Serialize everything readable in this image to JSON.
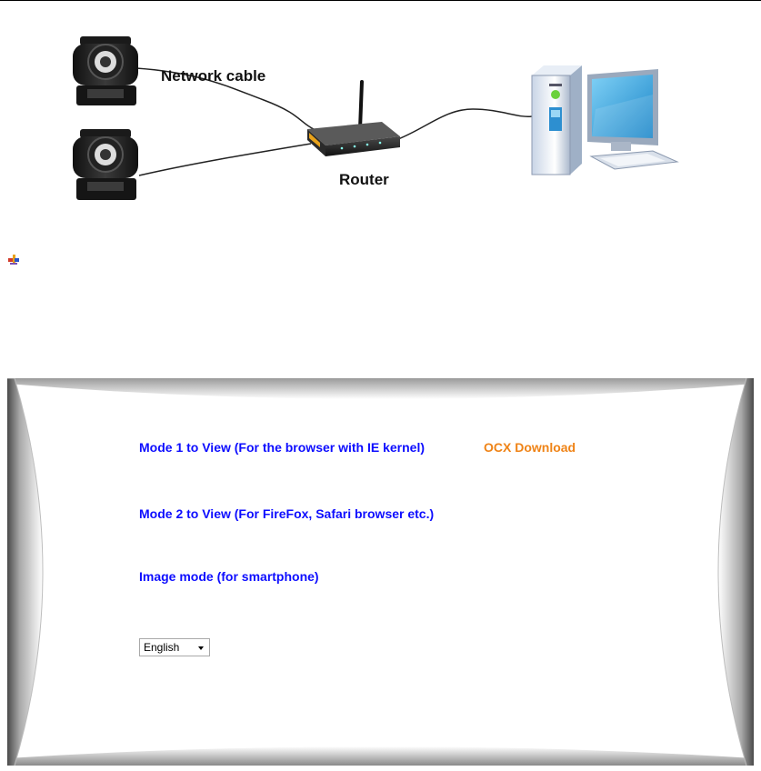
{
  "diagram": {
    "cable_label": "Network cable",
    "router_label": "Router"
  },
  "modes": {
    "mode1": "Mode 1 to View (For the browser with IE kernel)",
    "ocx": "OCX Download",
    "mode2": "Mode 2 to View (For FireFox, Safari browser etc.)",
    "mode3": "Image mode (for smartphone)"
  },
  "language": {
    "selected": "English"
  },
  "colors": {
    "link_blue": "#0d0dff",
    "ocx_orange": "#ef8316"
  }
}
